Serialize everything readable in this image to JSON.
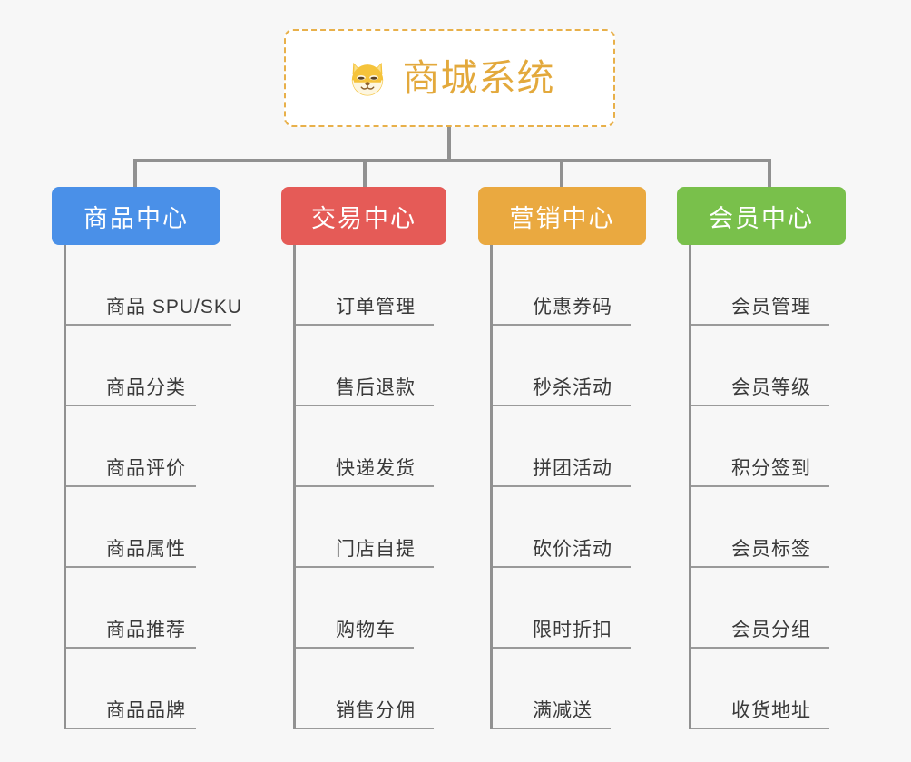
{
  "page": {
    "background_color": "#f7f7f7",
    "connector_color": "#919191",
    "leaf_text_color": "#3a3a3a",
    "leaf_rule_color": "#9a9a9a"
  },
  "root": {
    "title": "商城系统",
    "icon": "shiba-dog-icon",
    "text_color": "#e3a93c",
    "border_color": "#e8b04a",
    "fill_color": "#ffffff"
  },
  "columns": [
    {
      "label": "商品中心",
      "color": "#4a90e8",
      "underline_widths": [
        182,
        143,
        143,
        143,
        143,
        143
      ],
      "items": [
        "商品 SPU/SKU",
        "商品分类",
        "商品评价",
        "商品属性",
        "商品推荐",
        "商品品牌"
      ]
    },
    {
      "label": "交易中心",
      "color": "#e55b57",
      "underline_widths": [
        152,
        152,
        152,
        152,
        130,
        152
      ],
      "items": [
        "订单管理",
        "售后退款",
        "快递发货",
        "门店自提",
        "购物车",
        "销售分佣"
      ]
    },
    {
      "label": "营销中心",
      "color": "#eaa940",
      "underline_widths": [
        152,
        152,
        152,
        152,
        152,
        130
      ],
      "items": [
        "优惠券码",
        "秒杀活动",
        "拼团活动",
        "砍价活动",
        "限时折扣",
        "满减送"
      ]
    },
    {
      "label": "会员中心",
      "color": "#79c04b",
      "underline_widths": [
        152,
        152,
        152,
        152,
        152,
        152
      ],
      "items": [
        "会员管理",
        "会员等级",
        "积分签到",
        "会员标签",
        "会员分组",
        "收货地址"
      ]
    }
  ]
}
